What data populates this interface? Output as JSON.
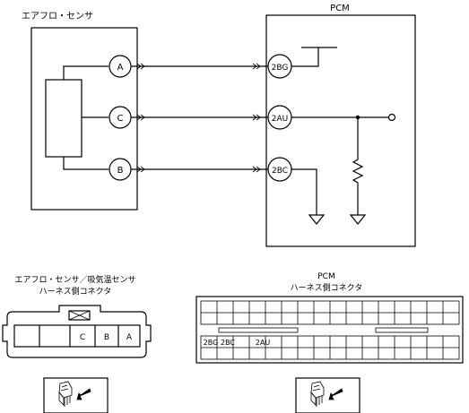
{
  "schematic": {
    "sensor_title": "エアフロ・センサ",
    "pcm_title": "PCM",
    "sensor_pins": [
      "A",
      "C",
      "B"
    ],
    "pcm_pins": [
      "2BG",
      "2AU",
      "2BC"
    ]
  },
  "connectors": {
    "sensor_connector_title_1": "エアフロ・センサ／吸気温センサ",
    "sensor_connector_title_2": "ハーネス側コネクタ",
    "sensor_connector_cells": [
      "C",
      "B",
      "A"
    ],
    "pcm_connector_title_1": "PCM",
    "pcm_connector_title_2": "ハーネス側コネクタ",
    "pcm_connector_labels": [
      "2BG",
      "2BC",
      "2AU"
    ]
  },
  "icons": [
    "connector-view-icon",
    "connector-view-icon"
  ]
}
